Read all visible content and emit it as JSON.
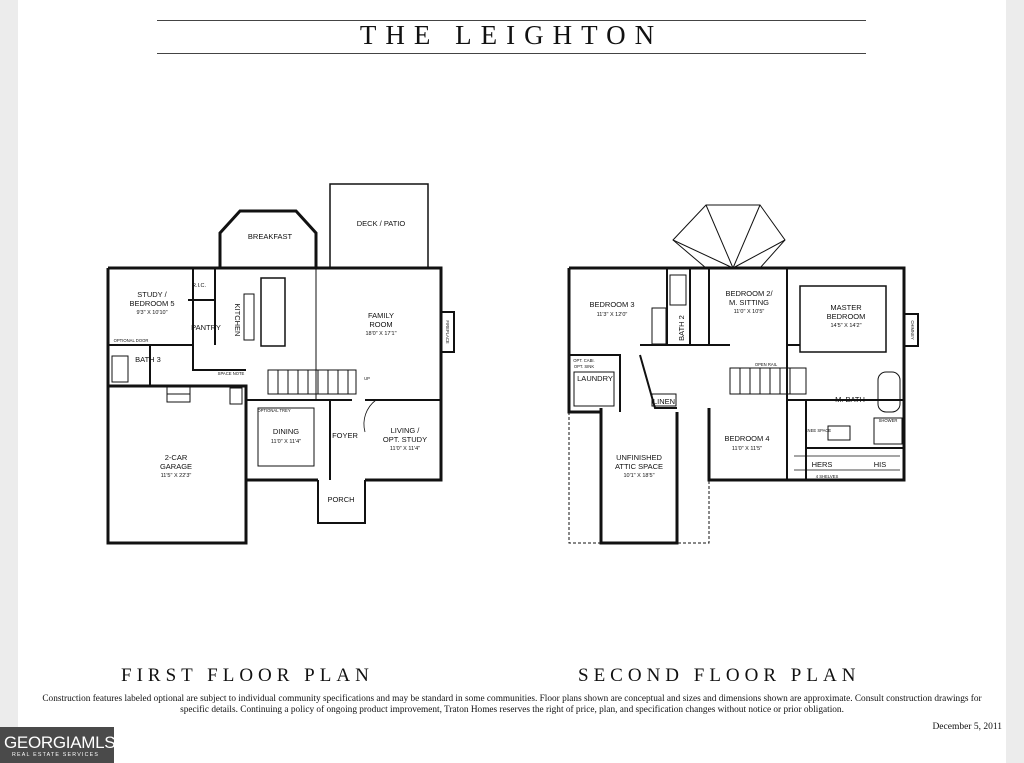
{
  "title": "THE LEIGHTON",
  "first_floor": {
    "heading": "FIRST FLOOR PLAN",
    "rooms": {
      "deck": "DECK / PATIO",
      "breakfast": "BREAKFAST",
      "ric": "R.I.C.",
      "study_l1": "STUDY /",
      "study_l2": "BEDROOM 5",
      "study_dim": "9'3\" X 10'10\"",
      "optional_door": "OPTIONAL DOOR",
      "kitchen": "KITCHEN",
      "pantry": "PANTRY",
      "family_l1": "FAMILY",
      "family_l2": "ROOM",
      "family_dim": "18'0\" X 17'1\"",
      "fireplace": "FIREPLACE",
      "bath3": "BATH 3",
      "space_note": "SPACE NOTE",
      "up": "UP",
      "garage_l1": "2-CAR",
      "garage_l2": "GARAGE",
      "garage_dim": "11'5\" X 22'3\"",
      "optional_trey": "OPTIONAL TREY",
      "dining": "DINING",
      "dining_dim": "11'0\" X 11'4\"",
      "foyer": "FOYER",
      "living_l1": "LIVING /",
      "living_l2": "OPT. STUDY",
      "living_dim": "11'0\" X 11'4\"",
      "porch": "PORCH"
    }
  },
  "second_floor": {
    "heading": "SECOND FLOOR PLAN",
    "rooms": {
      "bed3": "BEDROOM 3",
      "bed3_dim": "11'3\" X 12'0\"",
      "bath2": "BATH 2",
      "bed2_l1": "BEDROOM 2/",
      "bed2_l2": "M. SITTING",
      "bed2_dim": "11'0\" X 10'5\"",
      "master_l1": "MASTER",
      "master_l2": "BEDROOM",
      "master_dim": "14'5\" X 14'2\"",
      "chimney": "CHIMNEY",
      "opt_cabinet": "OPT. CABI.",
      "opt_sink": "OPT. SINK",
      "laundry": "LAUNDRY",
      "open_rail": "OPEN RAIL",
      "mbath": "M. BATH",
      "linen": "LINEN",
      "attic_l1": "UNFINISHED",
      "attic_l2": "ATTIC SPACE",
      "attic_dim": "10'1\" X 18'5\"",
      "bed4": "BEDROOM 4",
      "bed4_dim": "11'0\" X 11'5\"",
      "knee_space": "KNEE SPACE",
      "shower": "SHOWER",
      "hers": "HERS",
      "his": "HIS",
      "shelves": "4 SHELVES"
    }
  },
  "disclaimer": "Construction features labeled optional are subject to individual community specifications and may be standard in some communities. Floor plans shown are conceptual and sizes and dimensions shown are approximate. Consult construction drawings for specific details. Continuing a policy of ongoing product improvement, Traton Homes reserves the right of price, plan, and specification changes without notice or prior obligation.",
  "date": "December 5, 2011",
  "watermark": {
    "main": "GEORGIAMLS",
    "sub": "REAL ESTATE SERVICES"
  }
}
